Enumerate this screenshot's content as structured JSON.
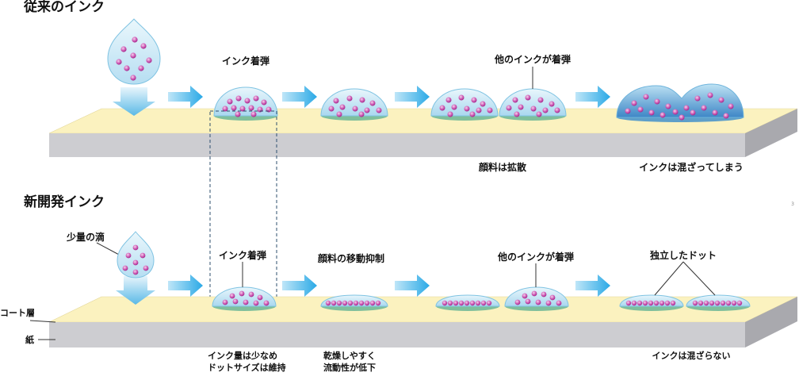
{
  "sections": {
    "conventional": {
      "title": "従来のインク",
      "labels": {
        "landing": "インク着弾",
        "other_landing": "他のインクが着弾",
        "diffusion": "顔料は拡散",
        "mixing": "インクは混ざってしまう"
      }
    },
    "new": {
      "title": "新開発インク",
      "labels": {
        "small_droplet": "少量の滴",
        "landing": "インク着弾",
        "pigment_suppression": "顔料の移動抑制",
        "other_landing": "他のインクが着弾",
        "independent_dots": "独立したドット",
        "coat_layer": "コート層",
        "paper": "紙",
        "note_amount_1": "インク量は少なめ",
        "note_amount_2": "ドットサイズは維持",
        "note_dry_1": "乾燥しやすく",
        "note_dry_2": "流動性が低下",
        "no_mixing": "インクは混ざらない"
      }
    }
  },
  "page_number": "3",
  "colors": {
    "coat": "#fbf2bf",
    "paper": "#cfcfd3",
    "ink_drop": "#cfeaf6",
    "pigment": "#b8329a",
    "arrow": "#38b6ec",
    "base_green": "#7fbf9c"
  }
}
